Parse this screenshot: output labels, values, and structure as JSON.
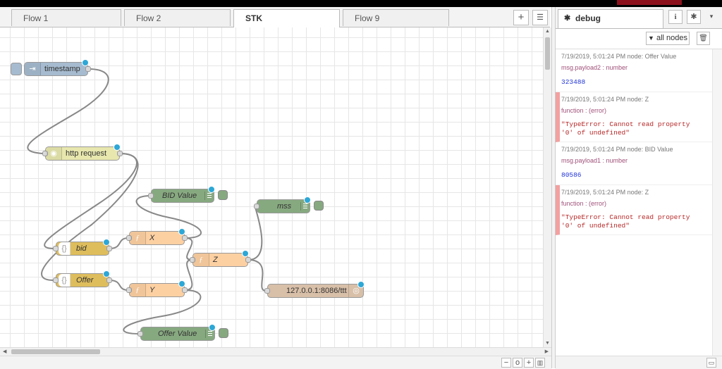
{
  "tabs": [
    {
      "label": "Flow 1",
      "active": false
    },
    {
      "label": "Flow 2",
      "active": false
    },
    {
      "label": "STK",
      "active": true
    },
    {
      "label": "Flow 9",
      "active": false
    }
  ],
  "tab_add_icon": "plus-icon",
  "tab_list_icon": "list-icon",
  "nodes": {
    "timestamp": "timestamp",
    "http_request": "http request",
    "bid_value": "BID Value",
    "mss": "mss",
    "bid": "bid",
    "x": "X",
    "z": "Z",
    "offer": "Offer",
    "y": "Y",
    "endpoint": "127.0.0.1:8086/ttt",
    "offer_value": "Offer Value"
  },
  "node_colors": {
    "inject": "#a6bbcf",
    "http": "#e7e7ae",
    "debug": "#87a980",
    "json": "#debd5c",
    "function": "#fdd0a2",
    "output": "#d8bfa8",
    "status_dot": "#2da7d6"
  },
  "sidebar": {
    "title": "debug",
    "filter_label": "all nodes",
    "messages": [
      {
        "error": false,
        "meta": "7/19/2019, 5:01:24 PM   node: Offer Value",
        "sub": "msg.payload2 : number",
        "value": "323488"
      },
      {
        "error": true,
        "meta": "7/19/2019, 5:01:24 PM   node: Z",
        "sub": "function : (error)",
        "value": "\"TypeError: Cannot read property\n'0' of undefined\""
      },
      {
        "error": false,
        "meta": "7/19/2019, 5:01:24 PM   node: BID Value",
        "sub": "msg.payload1 : number",
        "value": "80586"
      },
      {
        "error": true,
        "meta": "7/19/2019, 5:01:24 PM   node: Z",
        "sub": "function : (error)",
        "value": "\"TypeError: Cannot read property\n'0' of undefined\""
      }
    ]
  },
  "zoom_controls": {
    "minus": "−",
    "reset": "o",
    "plus": "+"
  }
}
